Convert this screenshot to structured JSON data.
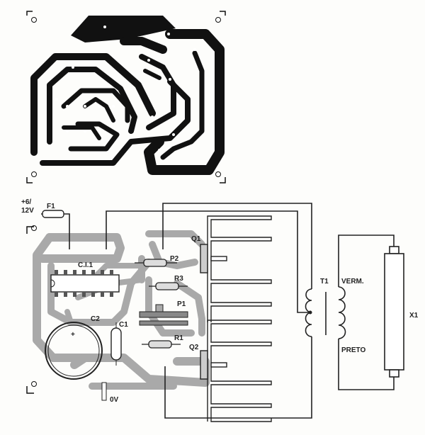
{
  "labels": {
    "supply": "+6/",
    "supply2": "12V",
    "fuse": "F1",
    "ic": "C.I.1",
    "cap2": "C2",
    "cap1": "C1",
    "pot2": "P2",
    "res3": "R3",
    "pot1": "P1",
    "res1": "R1",
    "trans1": "Q1",
    "trans2": "Q2",
    "transformer": "T1",
    "red_wire": "VERM.",
    "black_wire": "PRETO",
    "lamp": "X1",
    "ground": "0V"
  },
  "colors": {
    "copper_top": "#111111",
    "copper_bottom": "#a9a9a9",
    "line": "#222222"
  }
}
